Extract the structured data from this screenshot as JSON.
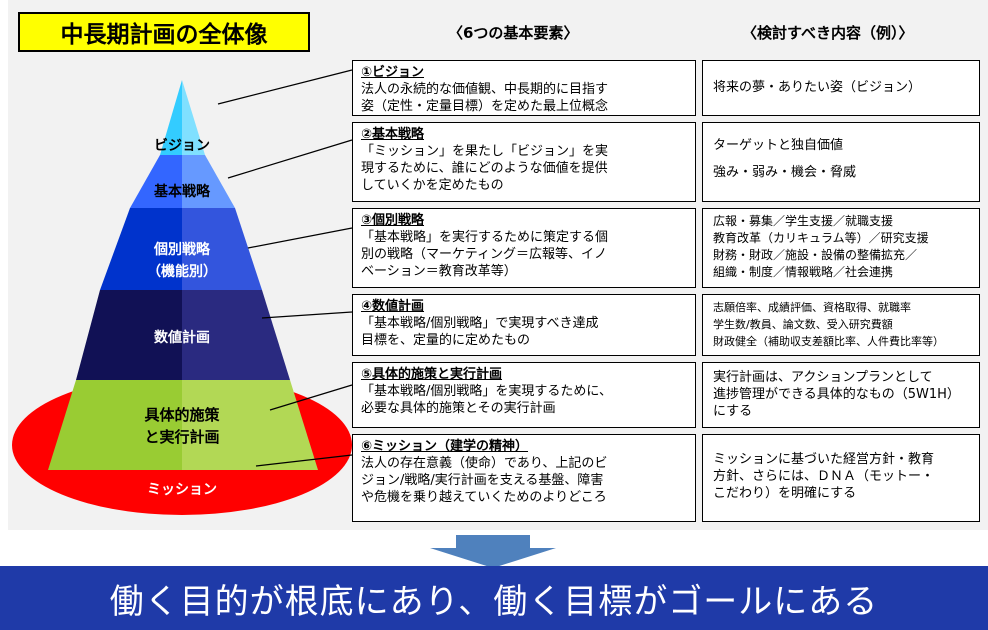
{
  "title": "中長期計画の全体像",
  "column_headers": {
    "elements": "〈6つの基本要素〉",
    "contents": "〈検討すべき内容（例）〉"
  },
  "pyramid_labels": {
    "vision": "ビジョン",
    "basic_strategy": "基本戦略",
    "individual_strategy_1": "個別戦略",
    "individual_strategy_2": "（機能別）",
    "numeric_plan": "数値計画",
    "measures_1": "具体的施策",
    "measures_2": "と実行計画",
    "mission": "ミッション"
  },
  "elements": [
    {
      "heading": "①ビジョン",
      "lines": [
        "法人の永続的な価値観、中長期的に目指す",
        "姿（定性・定量目標）を定めた最上位概念"
      ],
      "example_lines": [
        "将来の夢・ありたい姿（ビジョン）"
      ]
    },
    {
      "heading": "②基本戦略",
      "lines": [
        "「ミッション」を果たし「ビジョン」を実",
        "現するために、誰にどのような価値を提供",
        "していくかを定めたもの"
      ],
      "example_lines": [
        "ターゲットと独自価値",
        "強み・弱み・機会・脅威"
      ]
    },
    {
      "heading": "③個別戦略",
      "lines": [
        "「基本戦略」を実行するために策定する個",
        "別の戦略（マーケティング＝広報等、イノ",
        "ベーション＝教育改革等）"
      ],
      "example_lines": [
        "広報・募集／学生支援／就職支援",
        "教育改革（カリキュラム等）／研究支援",
        "財務・財政／施設・設備の整備拡充／",
        "組織・制度／情報戦略／社会連携"
      ]
    },
    {
      "heading": "④数値計画",
      "lines": [
        "「基本戦略/個別戦略」で実現すべき達成",
        "目標を、定量的に定めたもの"
      ],
      "example_lines": [
        "志願倍率、成績評価、資格取得、就職率",
        "学生数/教員、論文数、受入研究費額",
        "財政健全（補助収支差額比率、人件費比率等）"
      ]
    },
    {
      "heading": "⑤具体的施策と実行計画",
      "lines": [
        "「基本戦略/個別戦略」を実現するために、",
        "必要な具体的施策とその実行計画"
      ],
      "example_lines": [
        "実行計画は、アクションプランとして",
        "進捗管理ができる具体的なもの（5W1H）",
        "にする"
      ]
    },
    {
      "heading": "⑥ミッション（建学の精神）",
      "lines": [
        "法人の存在意義（使命）であり、上記のビ",
        "ジョン/戦略/実行計画を支える基盤、障害",
        "や危機を乗り越えていくためのよりどころ"
      ],
      "example_lines": [
        "ミッションに基づいた経営方針・教育",
        "方針、さらには、ＤＮＡ（モットー・",
        "こだわり）を明確にする"
      ]
    }
  ],
  "conclusion": "働く目的が根底にあり、働く目標がゴールにある",
  "colors": {
    "title_bg": "#ffff00",
    "banner_bg": "#1f3aa8",
    "arrow": "#4f81bd",
    "vision": "#33ccff",
    "basic": "#3366ff",
    "individual": "#0033cc",
    "numeric": "#1a1a66",
    "measures": "#99cc33",
    "mission": "#ff0000"
  }
}
